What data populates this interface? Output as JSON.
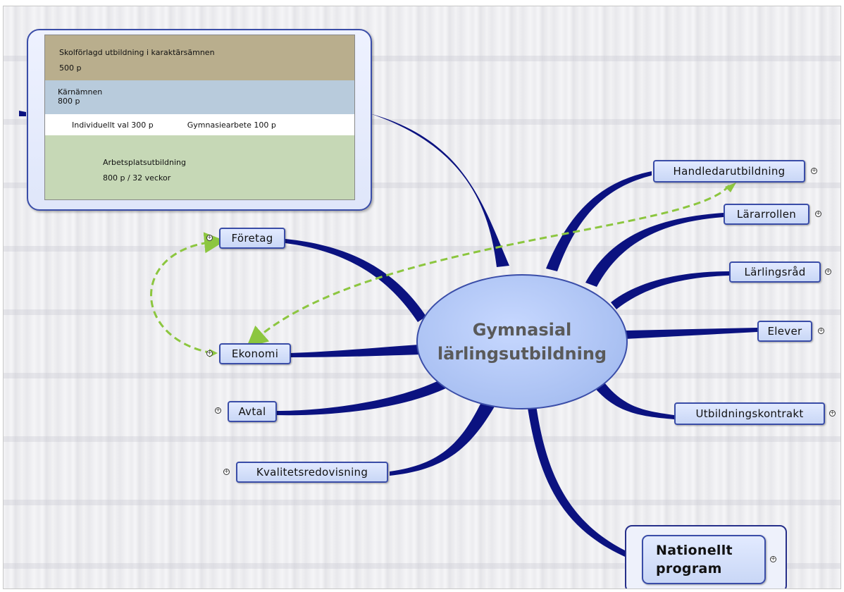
{
  "central_topic": {
    "line1": "Gymnasial",
    "line2": "lärlingsutbildning"
  },
  "topics": {
    "handledarutbildning": "Handledarutbildning",
    "lararrollen": "Lärarrollen",
    "larlingsrad": "Lärlingsråd",
    "elever": "Elever",
    "utbildningskontrakt": "Utbildningskontrakt",
    "foretag": "Företag",
    "ekonomi": "Ekonomi",
    "avtal": "Avtal",
    "kvalitetsredovisning": "Kvalitetsredovisning",
    "nationellt_program_line1": "Nationellt",
    "nationellt_program_line2": "program"
  },
  "structure_box": {
    "row1_title": "Skolförlagd utbildning i karaktärsämnen",
    "row1_points": "500 p",
    "row2_title": "Kärnämnen",
    "row2_points": "800 p",
    "row3_left": "Individuellt val  300 p",
    "row3_right": "Gymnasiearbete 100 p",
    "row4_title": "Arbetsplatsutbildning",
    "row4_points": "800 p / 32 veckor"
  },
  "colors": {
    "branch": "#0b1280",
    "relationship_arrow": "#8cc63f",
    "node_border": "#3a4da8",
    "center_fill": "#a9c0f2",
    "band_skolforlagd": "#b9ae8d",
    "band_karnamnen": "#b8cbdc",
    "band_arbetsplats": "#c6d8b6"
  },
  "icons": {
    "expand": "plus-circle-icon"
  }
}
